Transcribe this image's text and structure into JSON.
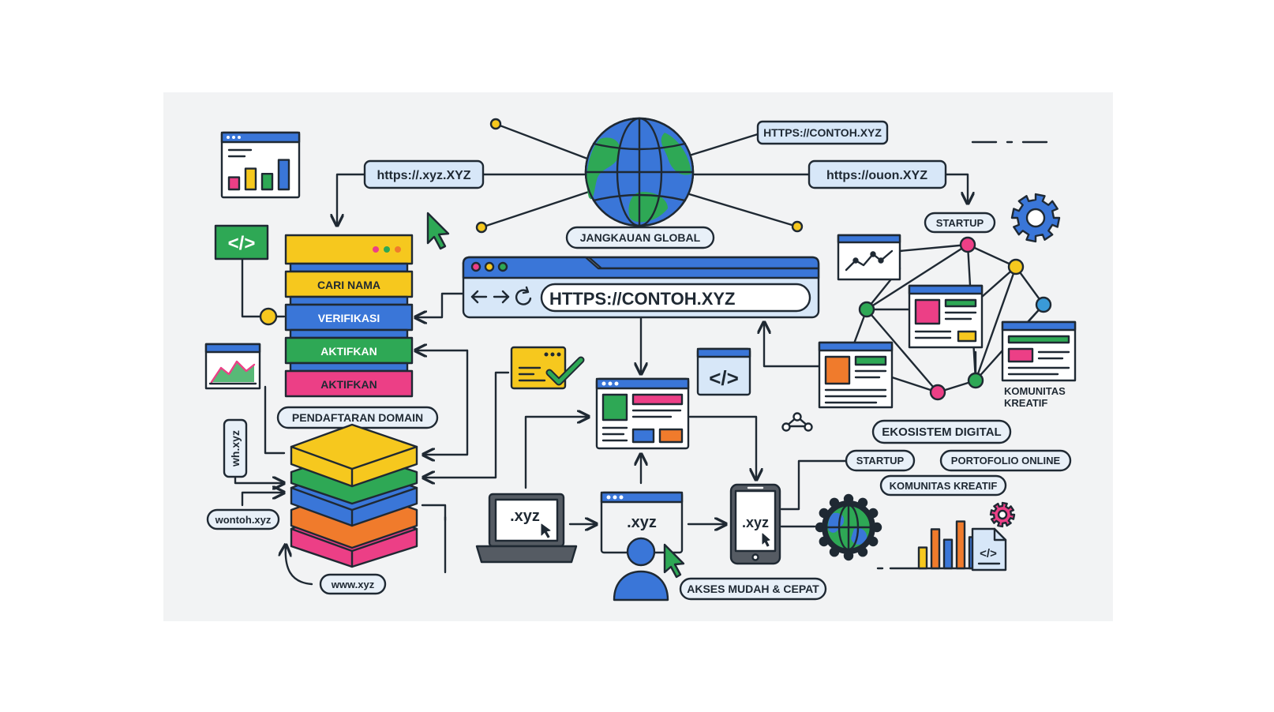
{
  "colors": {
    "background": "#f2f3f4",
    "outline": "#1f2933",
    "yellow": "#f6c81e",
    "blue": "#3a76d8",
    "green": "#2ea855",
    "pink": "#ec3f86",
    "orange": "#f07b2c",
    "light_blue": "#d7e7f8",
    "pill": "#e8f0f8"
  },
  "url_tags": {
    "top_left": "https://.xyz.XYZ",
    "top_right_1": "HTTPS://CONTOH.XYZ",
    "top_right_2": "https://ouon.XYZ"
  },
  "globe": {
    "label": "JANGKAUAN GLOBAL",
    "icon": "globe-icon"
  },
  "browser": {
    "url": "HTTPS://CONTOH.XYZ",
    "icons": [
      "back-arrow-icon",
      "forward-arrow-icon",
      "reload-icon"
    ]
  },
  "domain_stack": {
    "steps": [
      "CARI NAMA",
      "VERIFIKASI",
      "AKTIFKAN",
      "AKTIFKAN"
    ],
    "label": "PENDAFTARAN DOMAIN"
  },
  "side_tags": {
    "vertical": "wh.xyz",
    "left": "wontoh.xyz",
    "bottom": "www.xyz"
  },
  "devices": {
    "laptop": ".xyz",
    "browser_window": ".xyz",
    "phone": ".xyz",
    "access_label": "AKSES MUDAH & CEPAT"
  },
  "ecosystem": {
    "startup_top": "STARTUP",
    "community_line1": "KOMUNITAS",
    "community_line2": "KREATIF",
    "label": "EKOSISTEM DIGITAL"
  },
  "bottom_tags": {
    "startup": "STARTUP",
    "portfolio": "PORTOFOLIO ONLINE",
    "community": "KOMUNITAS KREATIF"
  },
  "code_icon_text": "</>",
  "mini_chart_bars": [
    0.35,
    0.6,
    0.45,
    0.85
  ],
  "bottom_chart_bars": [
    0.4,
    0.75,
    0.55,
    0.9,
    0.6
  ]
}
